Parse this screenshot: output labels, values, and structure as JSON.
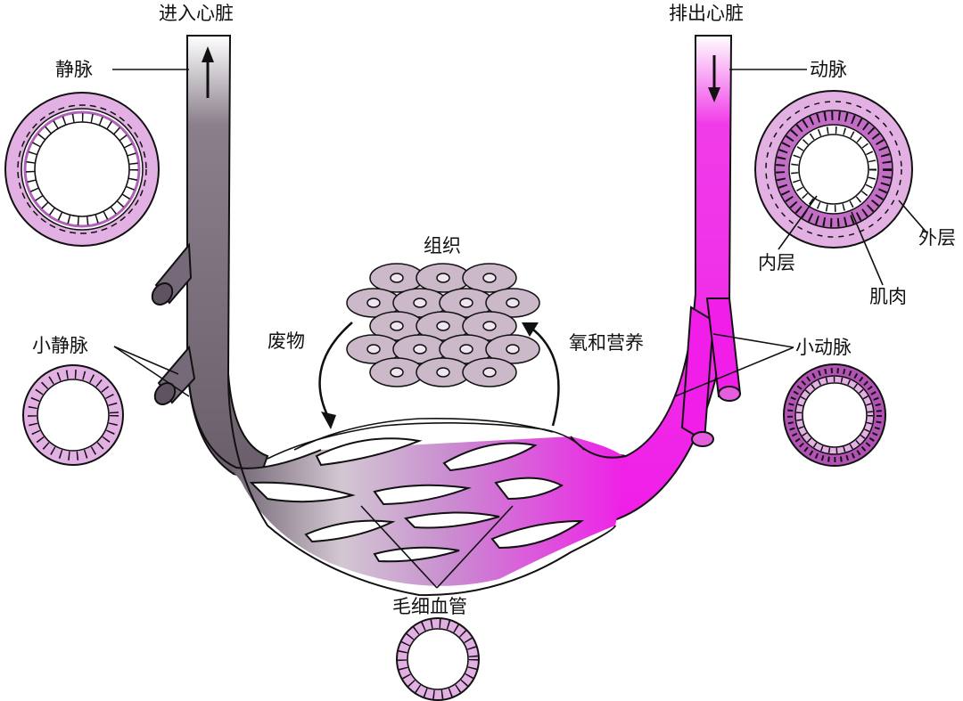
{
  "labels": {
    "to_heart": "进入心脏",
    "from_heart": "排出心脏",
    "vein": "静脉",
    "artery": "动脉",
    "tissue": "组织",
    "waste": "废物",
    "oxygen_nutrients": "氧和营养",
    "venule": "小静脉",
    "arteriole": "小动脉",
    "inner_layer": "内层",
    "outer_layer": "外层",
    "muscle": "肌肉",
    "capillary": "毛细血管"
  },
  "colors": {
    "vein": "#6e6270",
    "artery": "#f01ee8",
    "capillary": "#d79ad6",
    "wall": "#e3b0e4",
    "cell": "#cbb8c9"
  }
}
